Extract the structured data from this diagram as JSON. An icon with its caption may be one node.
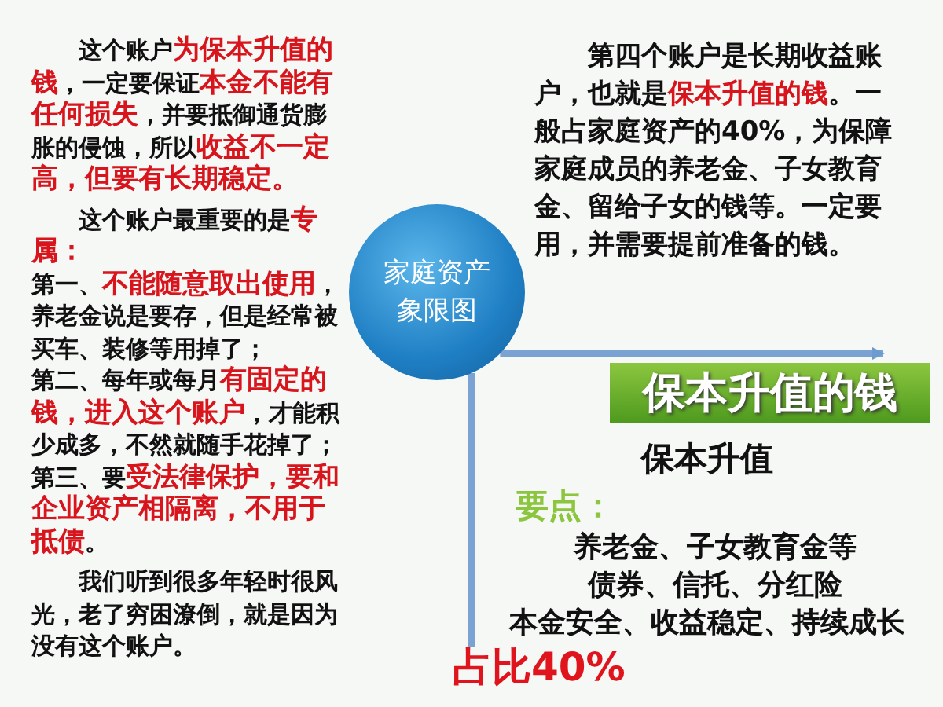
{
  "diagram": {
    "nodes": [
      {
        "text": [
          "家庭资产象限图"
        ]
      },
      {
        "text": [
          "保本升值的钱"
        ]
      },
      {
        "text": [
          "占比40%"
        ]
      }
    ],
    "edges": [
      {
        "from": 0,
        "to": 1,
        "arrow": "to"
      },
      {
        "from": 0,
        "to": 2,
        "arrow": "none"
      }
    ],
    "labels": [
      "这个账户**为保本升值的钱**，一定要保证**本金不能有任何损失**，并要抵御通货膨胀的侵蚀，所以**收益不一定高，但要有长期稳定。**",
      "这个账户最重要的是**专属：**",
      "第一、**不能随意取出使用**，养老金说是要存，但是经常被买车、装修等用掉了；",
      "第二、每年或每月**有固定的钱，进入这个账户**，才能积少成多，不然就随手花掉了；",
      "第三、要**受法律保护，要和企业资产相隔离，不用于抵债**。",
      "我们听到很多年轻时很风光，老了穷困潦倒，就是因为没有这个账户。",
      "第四个账户是长期收益账户，也就是**保本升值的钱**。一般占家庭资产的40%，为保障家庭成员的养老金、子女教育金、留给子女的钱等。一定要用，并需要提前准备的钱。",
      "保本升值",
      "要点：",
      "养老金、子女教育金等",
      "债券、信托、分红险",
      "本金安全、收益稳定、持续成长"
    ]
  }
}
